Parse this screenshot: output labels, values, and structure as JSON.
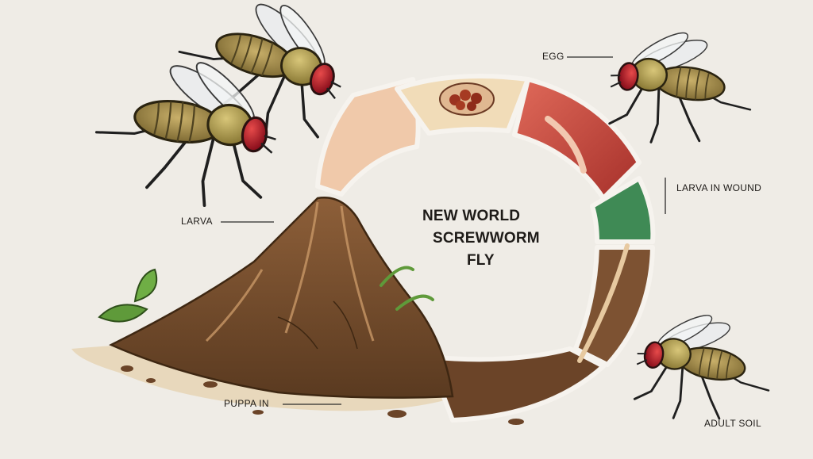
{
  "title": {
    "line1": "NEW WORLD",
    "line2": "SCREWWORM",
    "line3": "FLY"
  },
  "labels": {
    "egg": "EGG",
    "larva_in_wound": "LARVA IN WOUND",
    "larva": "LARVA",
    "pupa_in": "PUPPA IN",
    "adult_soil": "ADULT SOIL"
  },
  "colors": {
    "background": "#efece6",
    "segment_skin": "#f0c9aa",
    "segment_egg": "#f1dcb8",
    "segment_wound": "#c94a3e",
    "segment_tissue": "#3f8a55",
    "segment_soil": "#7d5232",
    "fly_body": "#a58f4d",
    "fly_eye": "#b01c2a",
    "leaf": "#5f9a3a"
  },
  "icons": [
    "fly-icon",
    "egg-cluster-icon",
    "dirt-mound-icon",
    "leaf-icon"
  ]
}
